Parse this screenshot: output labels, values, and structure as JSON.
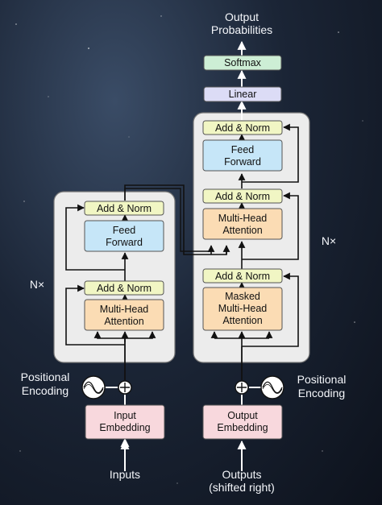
{
  "encoder": {
    "add_norm_top": "Add & Norm",
    "feed_forward": [
      "Feed",
      "Forward"
    ],
    "add_norm_bottom": "Add & Norm",
    "attention": [
      "Multi-Head",
      "Attention"
    ],
    "repeat": "N×"
  },
  "decoder": {
    "add_norm_top": "Add & Norm",
    "feed_forward": [
      "Feed",
      "Forward"
    ],
    "add_norm_middle": "Add & Norm",
    "cross_attention": [
      "Multi-Head",
      "Attention"
    ],
    "add_norm_bottom": "Add & Norm",
    "masked_attention": [
      "Masked",
      "Multi-Head",
      "Attention"
    ],
    "repeat": "N×"
  },
  "head": {
    "linear": "Linear",
    "softmax": "Softmax",
    "output": [
      "Output",
      "Probabilities"
    ]
  },
  "inputs": {
    "embedding": [
      "Input",
      "Embedding"
    ],
    "label": "Inputs",
    "positional": [
      "Positional",
      "Encoding"
    ]
  },
  "outputs": {
    "embedding": [
      "Output",
      "Embedding"
    ],
    "label": [
      "Outputs",
      "(shifted right)"
    ],
    "positional": [
      "Positional",
      "Encoding"
    ]
  },
  "colors": {
    "add_norm": "#f1f6c4",
    "feed_forward": "#c6e6f8",
    "attention": "#fbdcb4",
    "embedding": "#f8d8dd",
    "linear": "#dcdcf6",
    "softmax": "#cdeed5",
    "block_bg": "#ececec"
  }
}
